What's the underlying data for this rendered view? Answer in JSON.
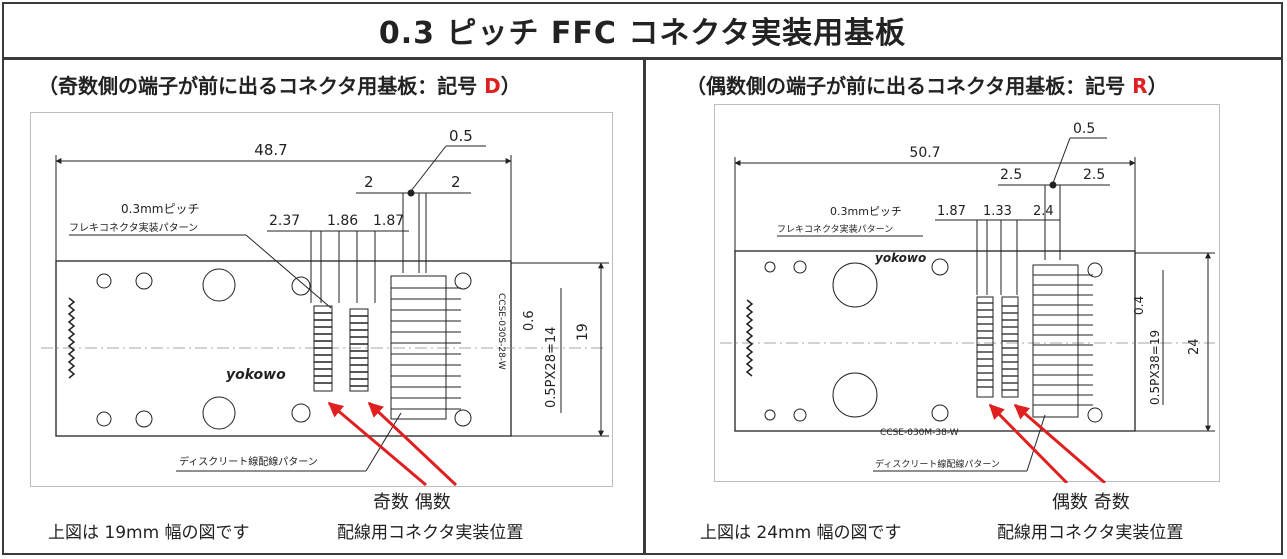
{
  "title": "0.3 ピッチ FFC コネクタ実装用基板",
  "left": {
    "subtitle_prefix": "（奇数側の端子が前に出るコネクタ用基板：記号 ",
    "subtitle_code": "D",
    "subtitle_suffix": "）",
    "dim_width": "48.7",
    "dim_pad": "0.5",
    "dim_a": "2",
    "dim_b": "2",
    "pitch_label": "0.3mmピッチ",
    "pattern_label": "フレキコネクタ実装パターン",
    "dim_237": "2.37",
    "dim_186": "1.86",
    "dim_187": "1.87",
    "dim_06": "0.6",
    "dim_pitch": "0.5PX28=14",
    "dim_height": "19",
    "brand": "yokowo",
    "part_no": "CCSE-030S-28-W",
    "discrete_label": "ディスクリート線配線パターン",
    "odd": "奇数",
    "even": "偶数",
    "caption_left": "上図は 19mm 幅の図です",
    "caption_right": "配線用コネクタ実装位置"
  },
  "right": {
    "subtitle_prefix": "（偶数側の端子が前に出るコネクタ用基板：記号 ",
    "subtitle_code": "R",
    "subtitle_suffix": "）",
    "dim_width": "50.7",
    "dim_pad": "0.5",
    "dim_a": "2.5",
    "dim_b": "2.5",
    "pitch_label": "0.3mmピッチ",
    "pattern_label": "フレキコネクタ実装パターン",
    "dim_187": "1.87",
    "dim_133": "1.33",
    "dim_24": "2.4",
    "dim_04": "0.4",
    "dim_pitch": "0.5PX38=19",
    "dim_height": "24",
    "brand": "yokowo",
    "part_no": "CCSE-030M-38-W",
    "discrete_label": "ディスクリート線配線パターン",
    "even": "偶数",
    "odd": "奇数",
    "caption_left": "上図は 24mm 幅の図です",
    "caption_right": "配線用コネクタ実装位置"
  },
  "colors": {
    "accent": "#e02020",
    "line": "#222222",
    "border": "#3a3a3a"
  }
}
